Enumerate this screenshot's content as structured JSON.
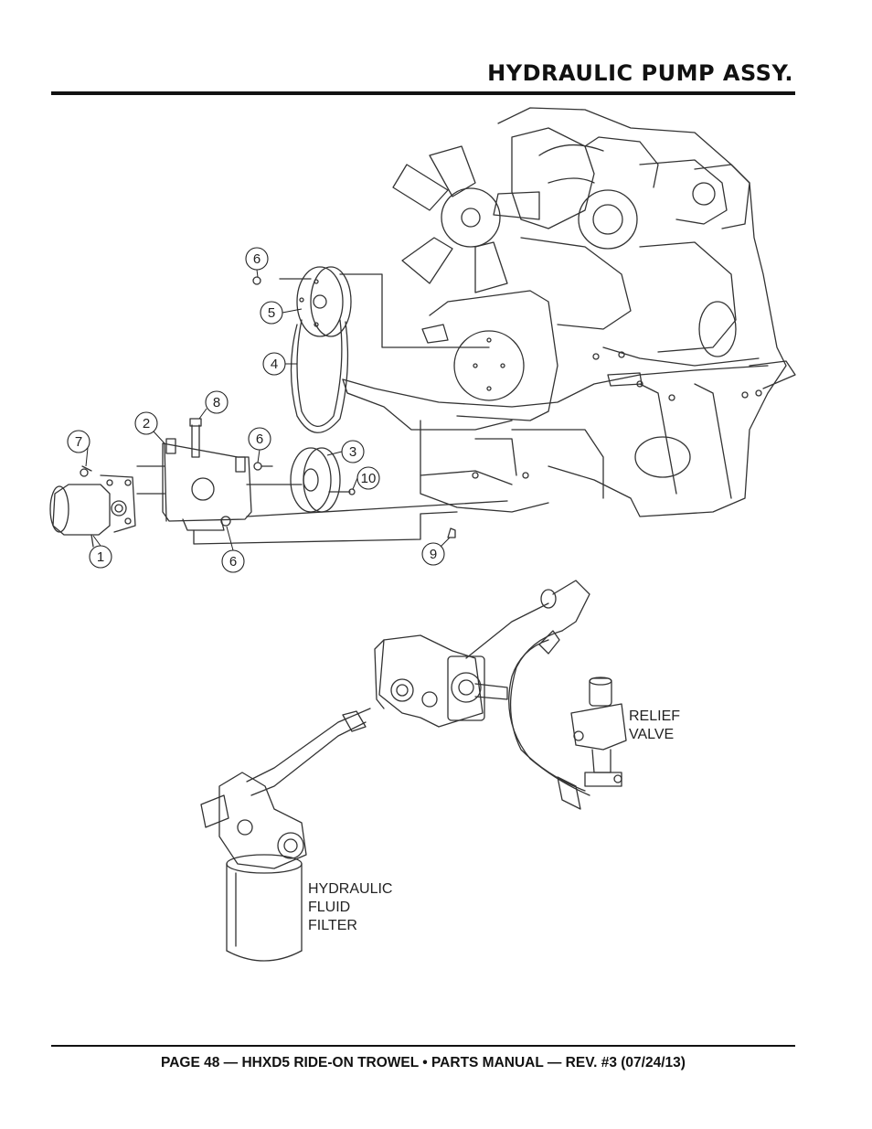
{
  "header": {
    "title": "HYDRAULIC PUMP ASSY."
  },
  "footer": {
    "text": "PAGE 48 — HHXD5 RIDE-ON TROWEL • PARTS MANUAL — REV. #3 (07/24/13)"
  },
  "callouts": [
    "1",
    "2",
    "3",
    "4",
    "5",
    "6",
    "7",
    "8",
    "9",
    "10",
    "6",
    "6"
  ],
  "labels": {
    "relief_valve": [
      "RELIEF",
      "VALVE"
    ],
    "filter": [
      "HYDRAULIC",
      "FLUID",
      "FILTER"
    ]
  },
  "colors": {
    "line": "#222222",
    "text": "#111111",
    "background": "#ffffff"
  }
}
